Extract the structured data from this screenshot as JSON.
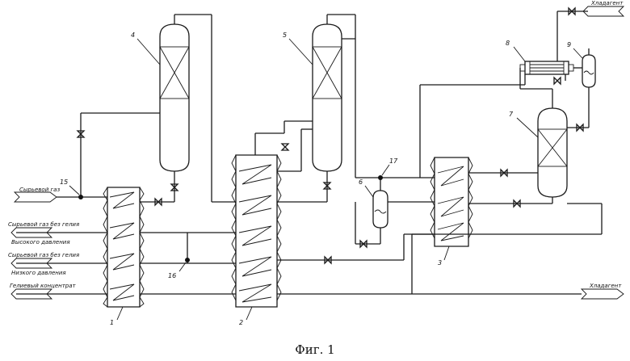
{
  "caption": "Фиг. 1",
  "streams": {
    "feed_gas": "Сырьевой газ",
    "helium_free_hp_1": "Сырьевой газ без гелия",
    "helium_free_hp_2": "Высокого давления",
    "helium_free_lp_1": "Сырьевой газ без гелия",
    "helium_free_lp_2": "Низкого давления",
    "helium_concentrate": "Гелиевый концентрат",
    "refrigerant_top": "Хладагент",
    "refrigerant_bottom": "Хладагент"
  },
  "callouts": {
    "exchanger_1": "1",
    "exchanger_2": "2",
    "exchanger_3": "3",
    "column_4": "4",
    "column_5": "5",
    "separator_6": "6",
    "column_7": "7",
    "condenser_8": "8",
    "separator_9": "9",
    "node_15": "15",
    "node_16": "16",
    "node_17": "17"
  }
}
